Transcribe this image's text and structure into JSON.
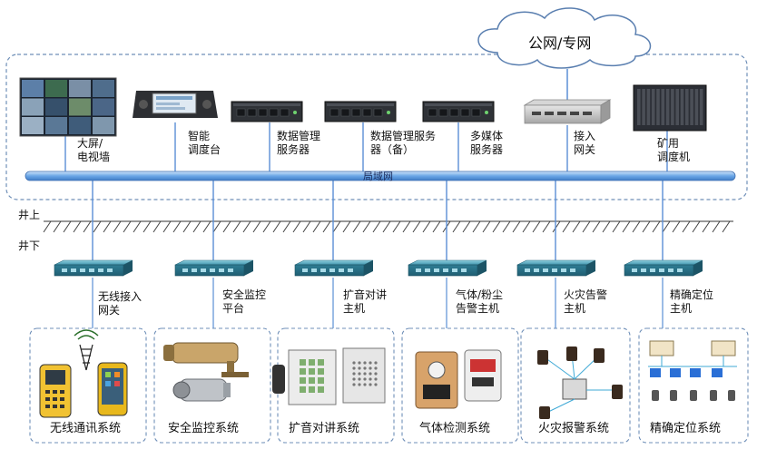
{
  "cloud": {
    "label": "公网/专网"
  },
  "lan": {
    "label": "局域网"
  },
  "ground": {
    "above": "井上",
    "below": "井下"
  },
  "top_devices": [
    {
      "id": "big-screen",
      "label": "大屏/\n电视墙"
    },
    {
      "id": "console",
      "label": "智能\n调度台"
    },
    {
      "id": "data-server",
      "label": "数据管理\n服务器"
    },
    {
      "id": "data-server-backup",
      "label": "数据管理服务\n器（备）"
    },
    {
      "id": "media-server",
      "label": "多媒体\n服务器"
    },
    {
      "id": "access-gateway",
      "label": "接入\n网关"
    },
    {
      "id": "mine-dispatcher",
      "label": "矿用\n调度机"
    }
  ],
  "underground_hosts": [
    {
      "id": "wireless",
      "label": "无线接入\n网关",
      "system": "无线通讯系统"
    },
    {
      "id": "security",
      "label": "安全监控\n平台",
      "system": "安全监控系统"
    },
    {
      "id": "intercom",
      "label": "扩音对讲\n主机",
      "system": "扩音对讲系统"
    },
    {
      "id": "gas",
      "label": "气体/粉尘\n告警主机",
      "system": "气体检测系统"
    },
    {
      "id": "fire",
      "label": "火灾告警\n主机",
      "system": "火灾报警系统"
    },
    {
      "id": "position",
      "label": "精确定位\n主机",
      "system": "精确定位系统"
    }
  ],
  "colors": {
    "frame": "#6f8fb8",
    "lan_pipe": "#6aa6e6",
    "link_line": "#5a8fd6",
    "device_teal": "#4aa0b8",
    "rack_dark": "#2b2e35"
  }
}
